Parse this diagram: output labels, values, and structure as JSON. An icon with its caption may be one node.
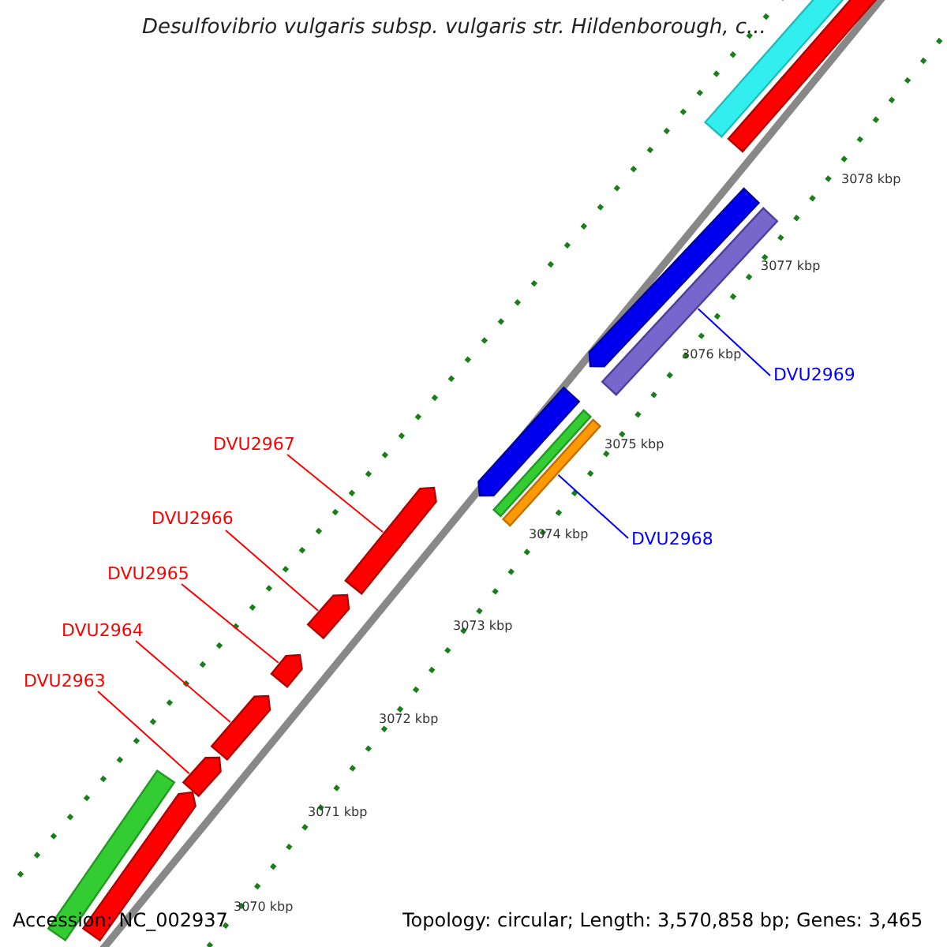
{
  "diagram": {
    "title": "Desulfovibrio vulgaris subsp. vulgaris str. Hildenborough, c...",
    "nodes": [
      {
        "text": [
          "DVU2969"
        ]
      },
      {
        "text": [
          "DVU2967"
        ]
      },
      {
        "text": [
          "DVU2966"
        ]
      },
      {
        "text": [
          "DVU2968"
        ]
      },
      {
        "text": [
          "DVU2965"
        ]
      },
      {
        "text": [
          "DVU2964"
        ]
      },
      {
        "text": [
          "DVU2963"
        ]
      },
      {
        "text": [],
        "shape": "bar"
      },
      {
        "text": [],
        "shape": "bar"
      },
      {
        "text": [],
        "shape": "bar"
      },
      {
        "text": [],
        "shape": "bar"
      },
      {
        "text": [],
        "shape": "bar"
      },
      {
        "text": [],
        "shape": "bar"
      },
      {
        "text": [],
        "shape": "bar"
      },
      {
        "text": [],
        "shape": "bar"
      },
      {
        "text": [],
        "shape": "bar"
      },
      {
        "text": [],
        "shape": "bar"
      },
      {
        "text": [],
        "shape": "bar"
      },
      {
        "text": [],
        "shape": "bar"
      },
      {
        "text": [],
        "shape": "bar"
      },
      {
        "text": [],
        "shape": "bar"
      }
    ],
    "edges": [
      {
        "from": 0,
        "to": 10,
        "arrow": "none",
        "color": "#0000ff"
      },
      {
        "from": 1,
        "to": 14,
        "arrow": "none"
      },
      {
        "from": 2,
        "to": 15,
        "arrow": "none"
      },
      {
        "from": 3,
        "to": 13,
        "arrow": "none",
        "color": "#0000ff"
      },
      {
        "from": 4,
        "to": 16,
        "arrow": "none"
      },
      {
        "from": 5,
        "to": 17,
        "arrow": "none"
      },
      {
        "from": 6,
        "to": 18,
        "arrow": "none"
      }
    ],
    "labels": [
      "3078 kbp",
      "3077 kbp",
      "3076 kbp",
      "3075 kbp",
      "3074 kbp",
      "3073 kbp",
      "3072 kbp",
      "3071 kbp",
      "3070 kbp",
      "Accession: NC_002937",
      "Topology: circular; Length: 3,570,858 bp; Genes: 3,465"
    ]
  }
}
